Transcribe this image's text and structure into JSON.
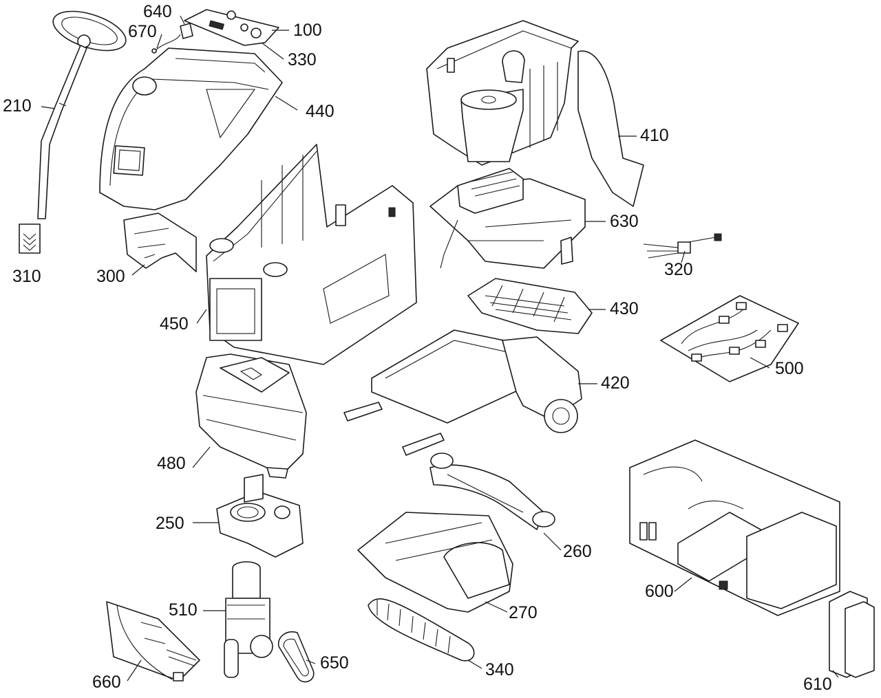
{
  "callouts": [
    {
      "id": "c100",
      "text": "100"
    },
    {
      "id": "c210",
      "text": "210"
    },
    {
      "id": "c250",
      "text": "250"
    },
    {
      "id": "c260",
      "text": "260"
    },
    {
      "id": "c270",
      "text": "270"
    },
    {
      "id": "c300",
      "text": "300"
    },
    {
      "id": "c310",
      "text": "310"
    },
    {
      "id": "c320",
      "text": "320"
    },
    {
      "id": "c330",
      "text": "330"
    },
    {
      "id": "c340",
      "text": "340"
    },
    {
      "id": "c410",
      "text": "410"
    },
    {
      "id": "c420",
      "text": "420"
    },
    {
      "id": "c430",
      "text": "430"
    },
    {
      "id": "c440",
      "text": "440"
    },
    {
      "id": "c450",
      "text": "450"
    },
    {
      "id": "c480",
      "text": "480"
    },
    {
      "id": "c500",
      "text": "500"
    },
    {
      "id": "c510",
      "text": "510"
    },
    {
      "id": "c600",
      "text": "600"
    },
    {
      "id": "c610",
      "text": "610"
    },
    {
      "id": "c630",
      "text": "630"
    },
    {
      "id": "c640",
      "text": "640"
    },
    {
      "id": "c650",
      "text": "650"
    },
    {
      "id": "c660",
      "text": "660"
    },
    {
      "id": "c670",
      "text": "670"
    }
  ],
  "colors": {
    "line": "#1a1a1a",
    "background": "#ffffff"
  }
}
